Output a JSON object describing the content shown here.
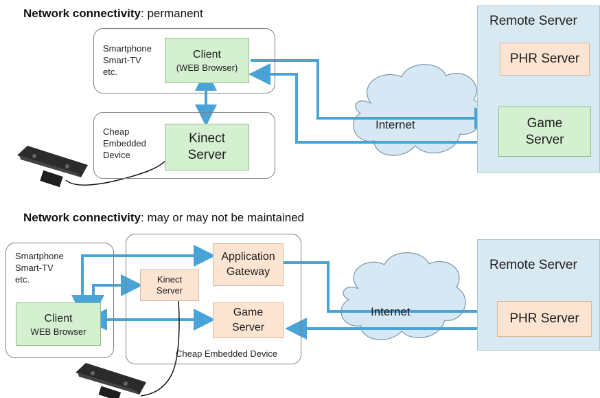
{
  "top": {
    "heading_bold": "Network connectivity",
    "heading_rest": ": permanent",
    "device_group_label": "Smartphone\nSmart-TV\netc.",
    "client_title": "Client",
    "client_sub": "(WEB Browser)",
    "embedded_label": "Cheap\nEmbedded\nDevice",
    "kinect_line1": "Kinect",
    "kinect_line2": "Server",
    "internet_label": "Internet",
    "remote_title": "Remote Server",
    "phr_label": "PHR Server",
    "game_line1": "Game",
    "game_line2": "Server"
  },
  "bottom": {
    "heading_bold": "Network connectivity",
    "heading_rest": ": may or may not be maintained",
    "device_group_label": "Smartphone\nSmart-TV\netc.",
    "client_title": "Client",
    "client_sub": "WEB Browser",
    "kinect_line1": "Kinect",
    "kinect_line2": "Server",
    "app_gw_line1": "Application",
    "app_gw_line2": "Gateway",
    "game_line1": "Game",
    "game_line2": "Server",
    "embedded_label": "Cheap Embedded Device",
    "internet_label": "Internet",
    "remote_title": "Remote Server",
    "phr_label": "PHR Server"
  },
  "colors": {
    "arrow": "#4aa3d6",
    "green_box": "#d5f0d1",
    "peach_box": "#fce4d2",
    "remote_bg": "#d8e9f1",
    "cloud": "#d7e8f5",
    "double_arrow": "#e8e34a"
  }
}
